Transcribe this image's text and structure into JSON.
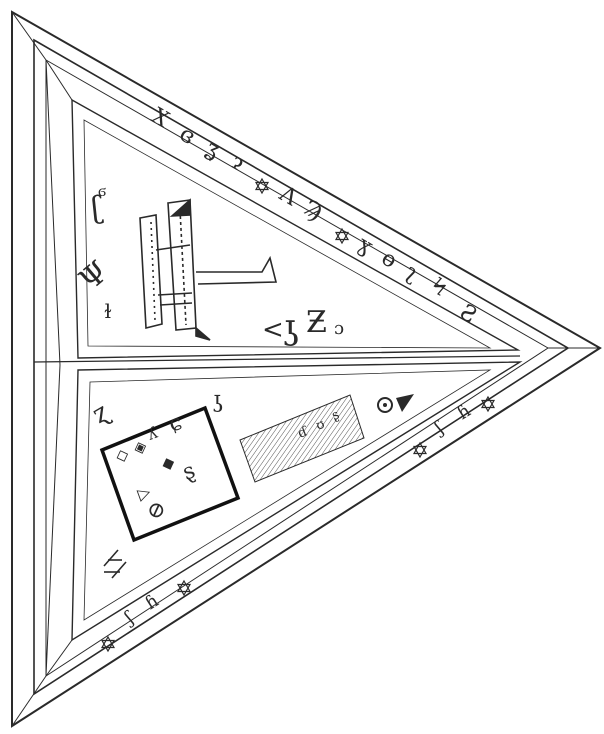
{
  "figure": {
    "kind": "engraved occult pentacle (triangular talisman)",
    "ink_color": "#2a2a2a",
    "paper_color": "#ffffff",
    "upper_border_glyphs": "X 𐤂 𐤉 ✡ Λ Ψ ✡ 𐤀 𐤃 𐤋 𐤄 𐤂",
    "lower_border_glyphs_right": "✡ 𐤇 𐤎 ✡",
    "lower_border_glyphs_left": "✡ 𐤇 𐤎 ✡",
    "center_glyphs": "𐤂 𐤁 ⟨",
    "block_glyphs": "𐤃 𐤅 𐤂",
    "icons": [
      "ladder-icon",
      "square-seal-icon",
      "star-of-david-icon"
    ]
  }
}
